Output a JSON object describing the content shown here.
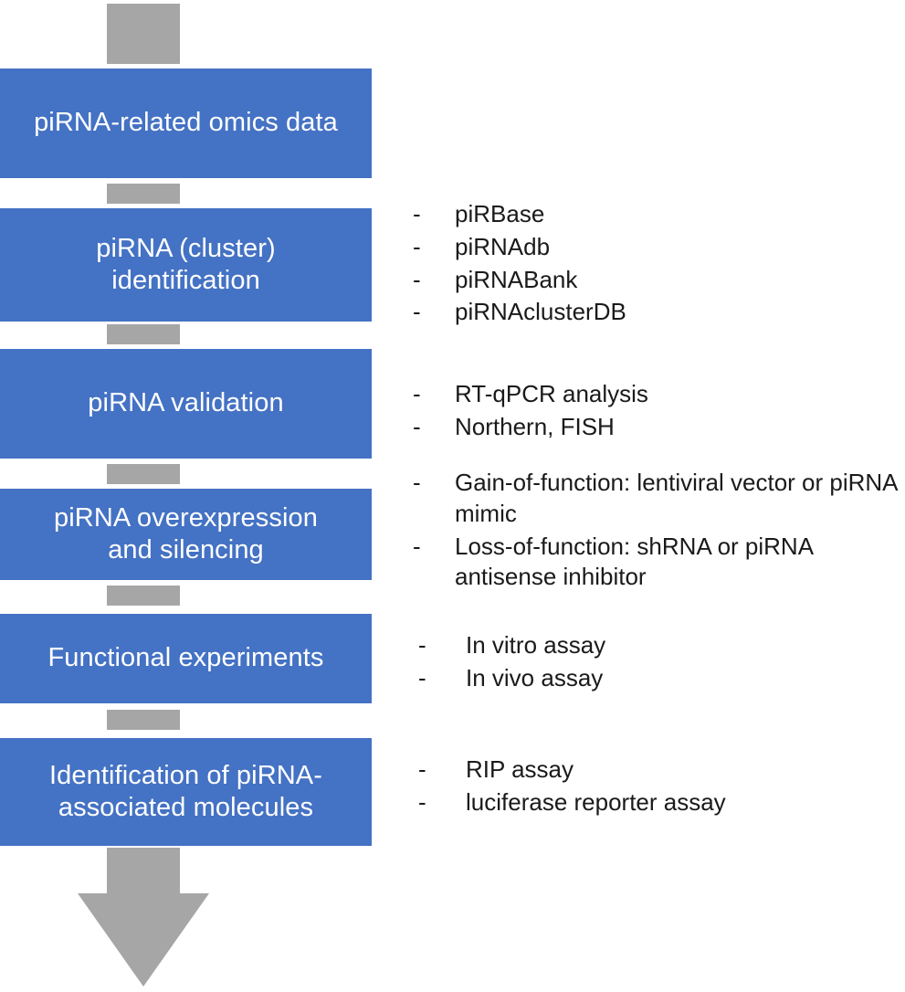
{
  "figure": {
    "type": "vertical-flowchart",
    "orientation": "top-to-bottom",
    "accent_color": "#4472C4",
    "connector_color": "#A6A6A6",
    "text_on_box_color": "#FFFFFF",
    "annotation_text_color": "#1A1A1A",
    "bullet_marker": "-"
  },
  "steps": [
    {
      "id": "step-1",
      "label": "piRNA-related omics data",
      "annotations": []
    },
    {
      "id": "step-2",
      "label": "piRNA (cluster) identification",
      "label_lines": [
        "piRNA (cluster)",
        "identification"
      ],
      "annotations": [
        "piRBase",
        "piRNAdb",
        "piRNABank",
        "piRNAclusterDB"
      ]
    },
    {
      "id": "step-3",
      "label": "piRNA validation",
      "label_lines": [
        "piRNA validation"
      ],
      "annotations": [
        "RT-qPCR analysis",
        "Northern, FISH"
      ]
    },
    {
      "id": "step-4",
      "label": "piRNA overexpression and silencing",
      "label_lines": [
        "piRNA overexpression",
        "and silencing"
      ],
      "annotations": [
        "Gain-of-function: lentiviral vector or piRNA mimic",
        "Loss-of-function: shRNA or piRNA antisense inhibitor"
      ]
    },
    {
      "id": "step-5",
      "label": "Functional experiments",
      "label_lines": [
        "Functional experiments"
      ],
      "annotations": [
        "In vitro assay",
        "In vivo assay"
      ]
    },
    {
      "id": "step-6",
      "label": "Identification of piRNA-associated molecules",
      "label_lines": [
        "Identification of piRNA-",
        "associated molecules"
      ],
      "annotations": [
        "RIP assay",
        "luciferase reporter assay"
      ]
    }
  ]
}
